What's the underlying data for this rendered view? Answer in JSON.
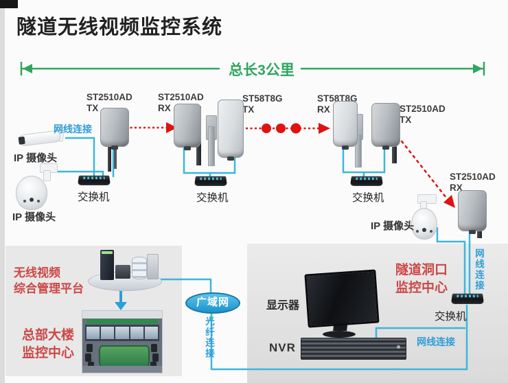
{
  "title": "隧道无线视频监控系统",
  "measure": {
    "label": "总长3公里"
  },
  "antennas": [
    {
      "label": "ST2510AD\nTX"
    },
    {
      "label": "ST2510AD\nRX"
    },
    {
      "label": "ST58T8G\nTX"
    },
    {
      "label": "ST58T8G\nRX"
    },
    {
      "label": "ST2510AD\nTX"
    },
    {
      "label": "ST2510AD\nRX"
    }
  ],
  "cameras": {
    "cam1": "IP 摄像头",
    "cam2": "IP 摄像头",
    "cam3": "IP 摄像头"
  },
  "switches": {
    "sw1": "交换机",
    "sw2": "交换机",
    "sw3": "交换机",
    "sw4": "交换机"
  },
  "connections": {
    "lan_top": "网线连接",
    "lan_right": "网线连接",
    "lan_nvr": "网线连接",
    "fiber": "光纤连接",
    "wan": "广域网"
  },
  "left_panel": {
    "platform_label": "无线视频\n综合管理平台",
    "hq_label": "总部大楼\n监控中心"
  },
  "right_panel": {
    "tunnel_label": "隧道洞口\n监控中心",
    "monitor_label": "显示器",
    "nvr_label": "NVR"
  },
  "colors": {
    "green_arrow": "#2ea65f",
    "red_arrow": "#e01212",
    "cyan_wire": "#3cb6da",
    "blue_label": "#2e9ed8",
    "red_label": "#cc4747",
    "wan_fill": "#2aa3dc"
  }
}
